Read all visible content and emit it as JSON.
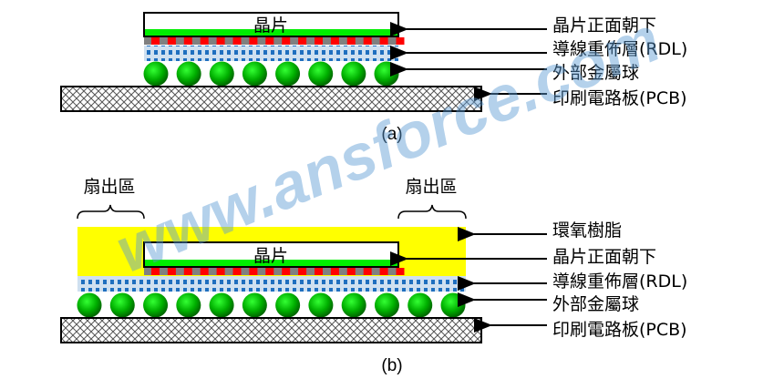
{
  "diagram_a": {
    "chip": "晶片",
    "labels": [
      "晶片正面朝下",
      "導線重佈層(RDL)",
      "外部金屬球",
      "印刷電路板(PCB)"
    ],
    "caption": "(a)",
    "ball_count": 8
  },
  "diagram_b": {
    "chip": "晶片",
    "fanout_left": "扇出區",
    "fanout_right": "扇出區",
    "labels": [
      "環氧樹脂",
      "晶片正面朝下",
      "導線重佈層(RDL)",
      "外部金屬球",
      "印刷電路板(PCB)"
    ],
    "caption": "(b)",
    "ball_count": 12
  },
  "watermark": "www.ansforce.com",
  "colors": {
    "chip_face": "#00ee00",
    "pad": "#ff0000",
    "pad_base": "#808080",
    "rdl": "#1f6fbf",
    "epoxy": "#ffff00",
    "ball": "#00aa00"
  }
}
